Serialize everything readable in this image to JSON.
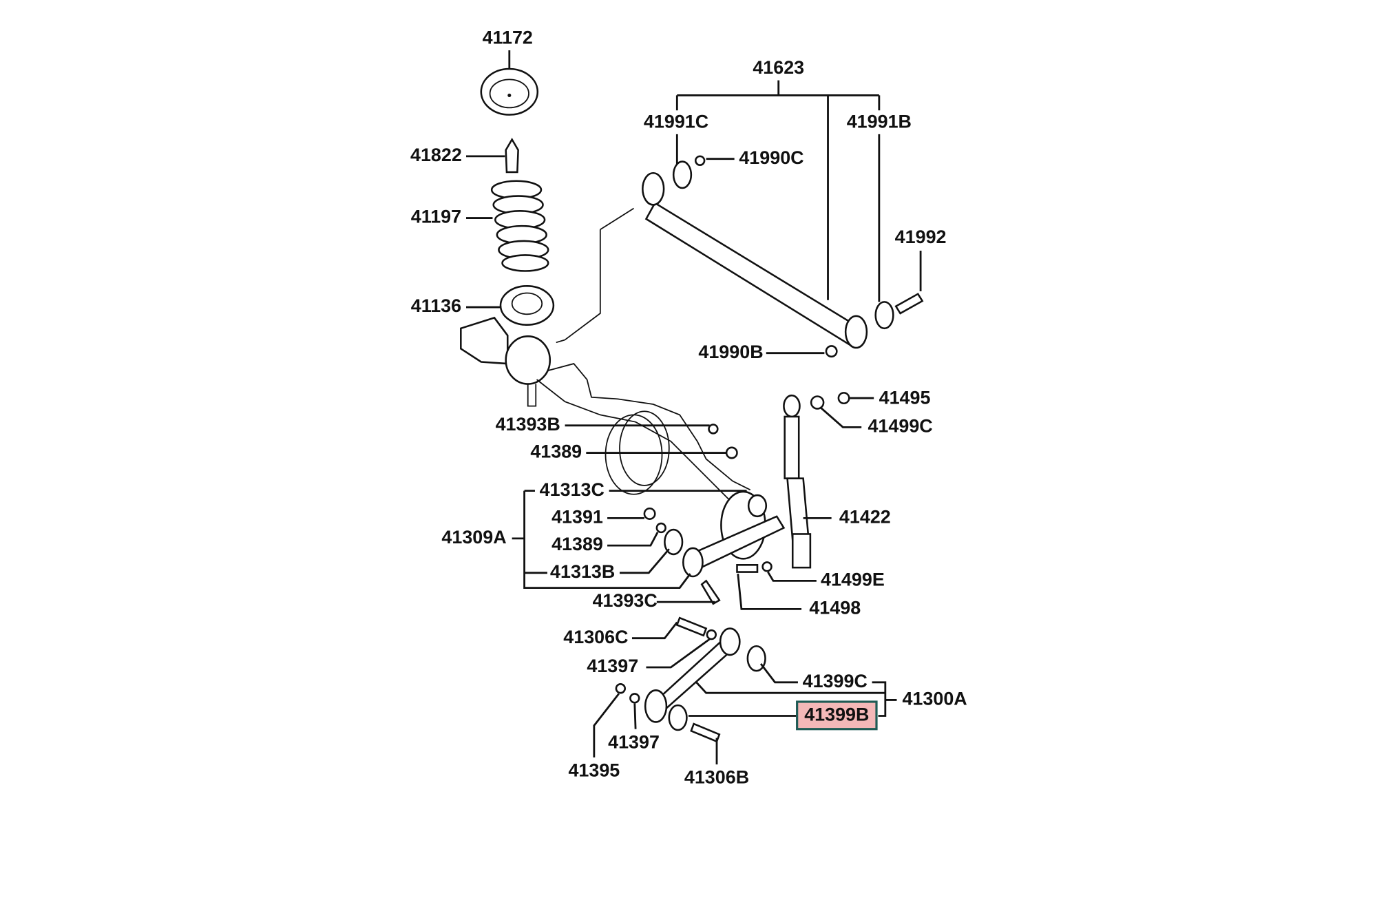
{
  "diagram": {
    "labels": {
      "p41172": "41172",
      "p41623": "41623",
      "p41991C": "41991C",
      "p41991B": "41991B",
      "p41822": "41822",
      "p41990C": "41990C",
      "p41197": "41197",
      "p41992": "41992",
      "p41136": "41136",
      "p41990B": "41990B",
      "p41495": "41495",
      "p41499C": "41499C",
      "p41393B": "41393B",
      "p41389a": "41389",
      "p41313C": "41313C",
      "p41391": "41391",
      "p41422": "41422",
      "p41309A": "41309A",
      "p41389b": "41389",
      "p41313B": "41313B",
      "p41499E": "41499E",
      "p41393C": "41393C",
      "p41498": "41498",
      "p41306C": "41306C",
      "p41397a": "41397",
      "p41399C": "41399C",
      "p41300A": "41300A",
      "p41399B": "41399B",
      "p41397b": "41397",
      "p41395": "41395",
      "p41306B": "41306B"
    },
    "highlighted_part": "41399B",
    "colors": {
      "highlight_fill": "#f4b8b8",
      "highlight_border": "#1f5b55",
      "line": "#111111"
    }
  }
}
